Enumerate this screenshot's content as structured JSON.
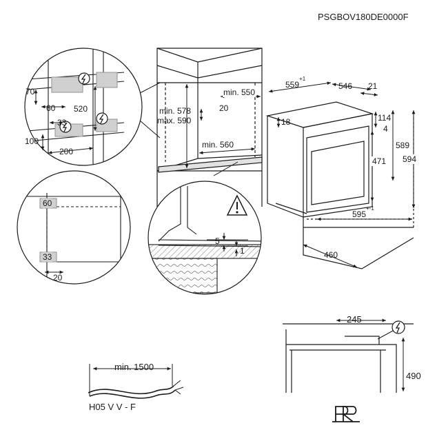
{
  "header": {
    "model_code": "PSGBOV180DE0000F"
  },
  "detail_top_left": {
    "d70": "70",
    "d60": "60",
    "d520": "520",
    "d33": "33",
    "d100": "100",
    "d200": "200"
  },
  "cabinet": {
    "min550": "min. 550",
    "d20": "20",
    "min578": "min. 578",
    "max590": "max. 590",
    "min560": "min. 560"
  },
  "oven": {
    "d559": "559",
    "d559_tol": "+1",
    "d546": "546",
    "d21": "21",
    "d18": "18",
    "d114": "114",
    "d4": "4",
    "d589": "589",
    "d594": "594",
    "d471": "471",
    "d595": "595",
    "d595_tol": "+-1",
    "d460": "460"
  },
  "detail_bottom_left": {
    "d60": "60",
    "d33": "33",
    "d20": "20"
  },
  "detail_bottom_mid": {
    "d5": "5",
    "d1": "1"
  },
  "bottom_right": {
    "d245": "245",
    "d490": "490"
  },
  "cable": {
    "min1500": "min. 1500",
    "type": "H05 V V - F"
  },
  "colors": {
    "line": "#1a1a1a",
    "highlight": "#d0d0d0",
    "hatch": "#8a8a8a"
  },
  "icons": {
    "warning": "warning-triangle-icon",
    "electric": "electric-hazard-icon",
    "logo": "pr-logo"
  }
}
